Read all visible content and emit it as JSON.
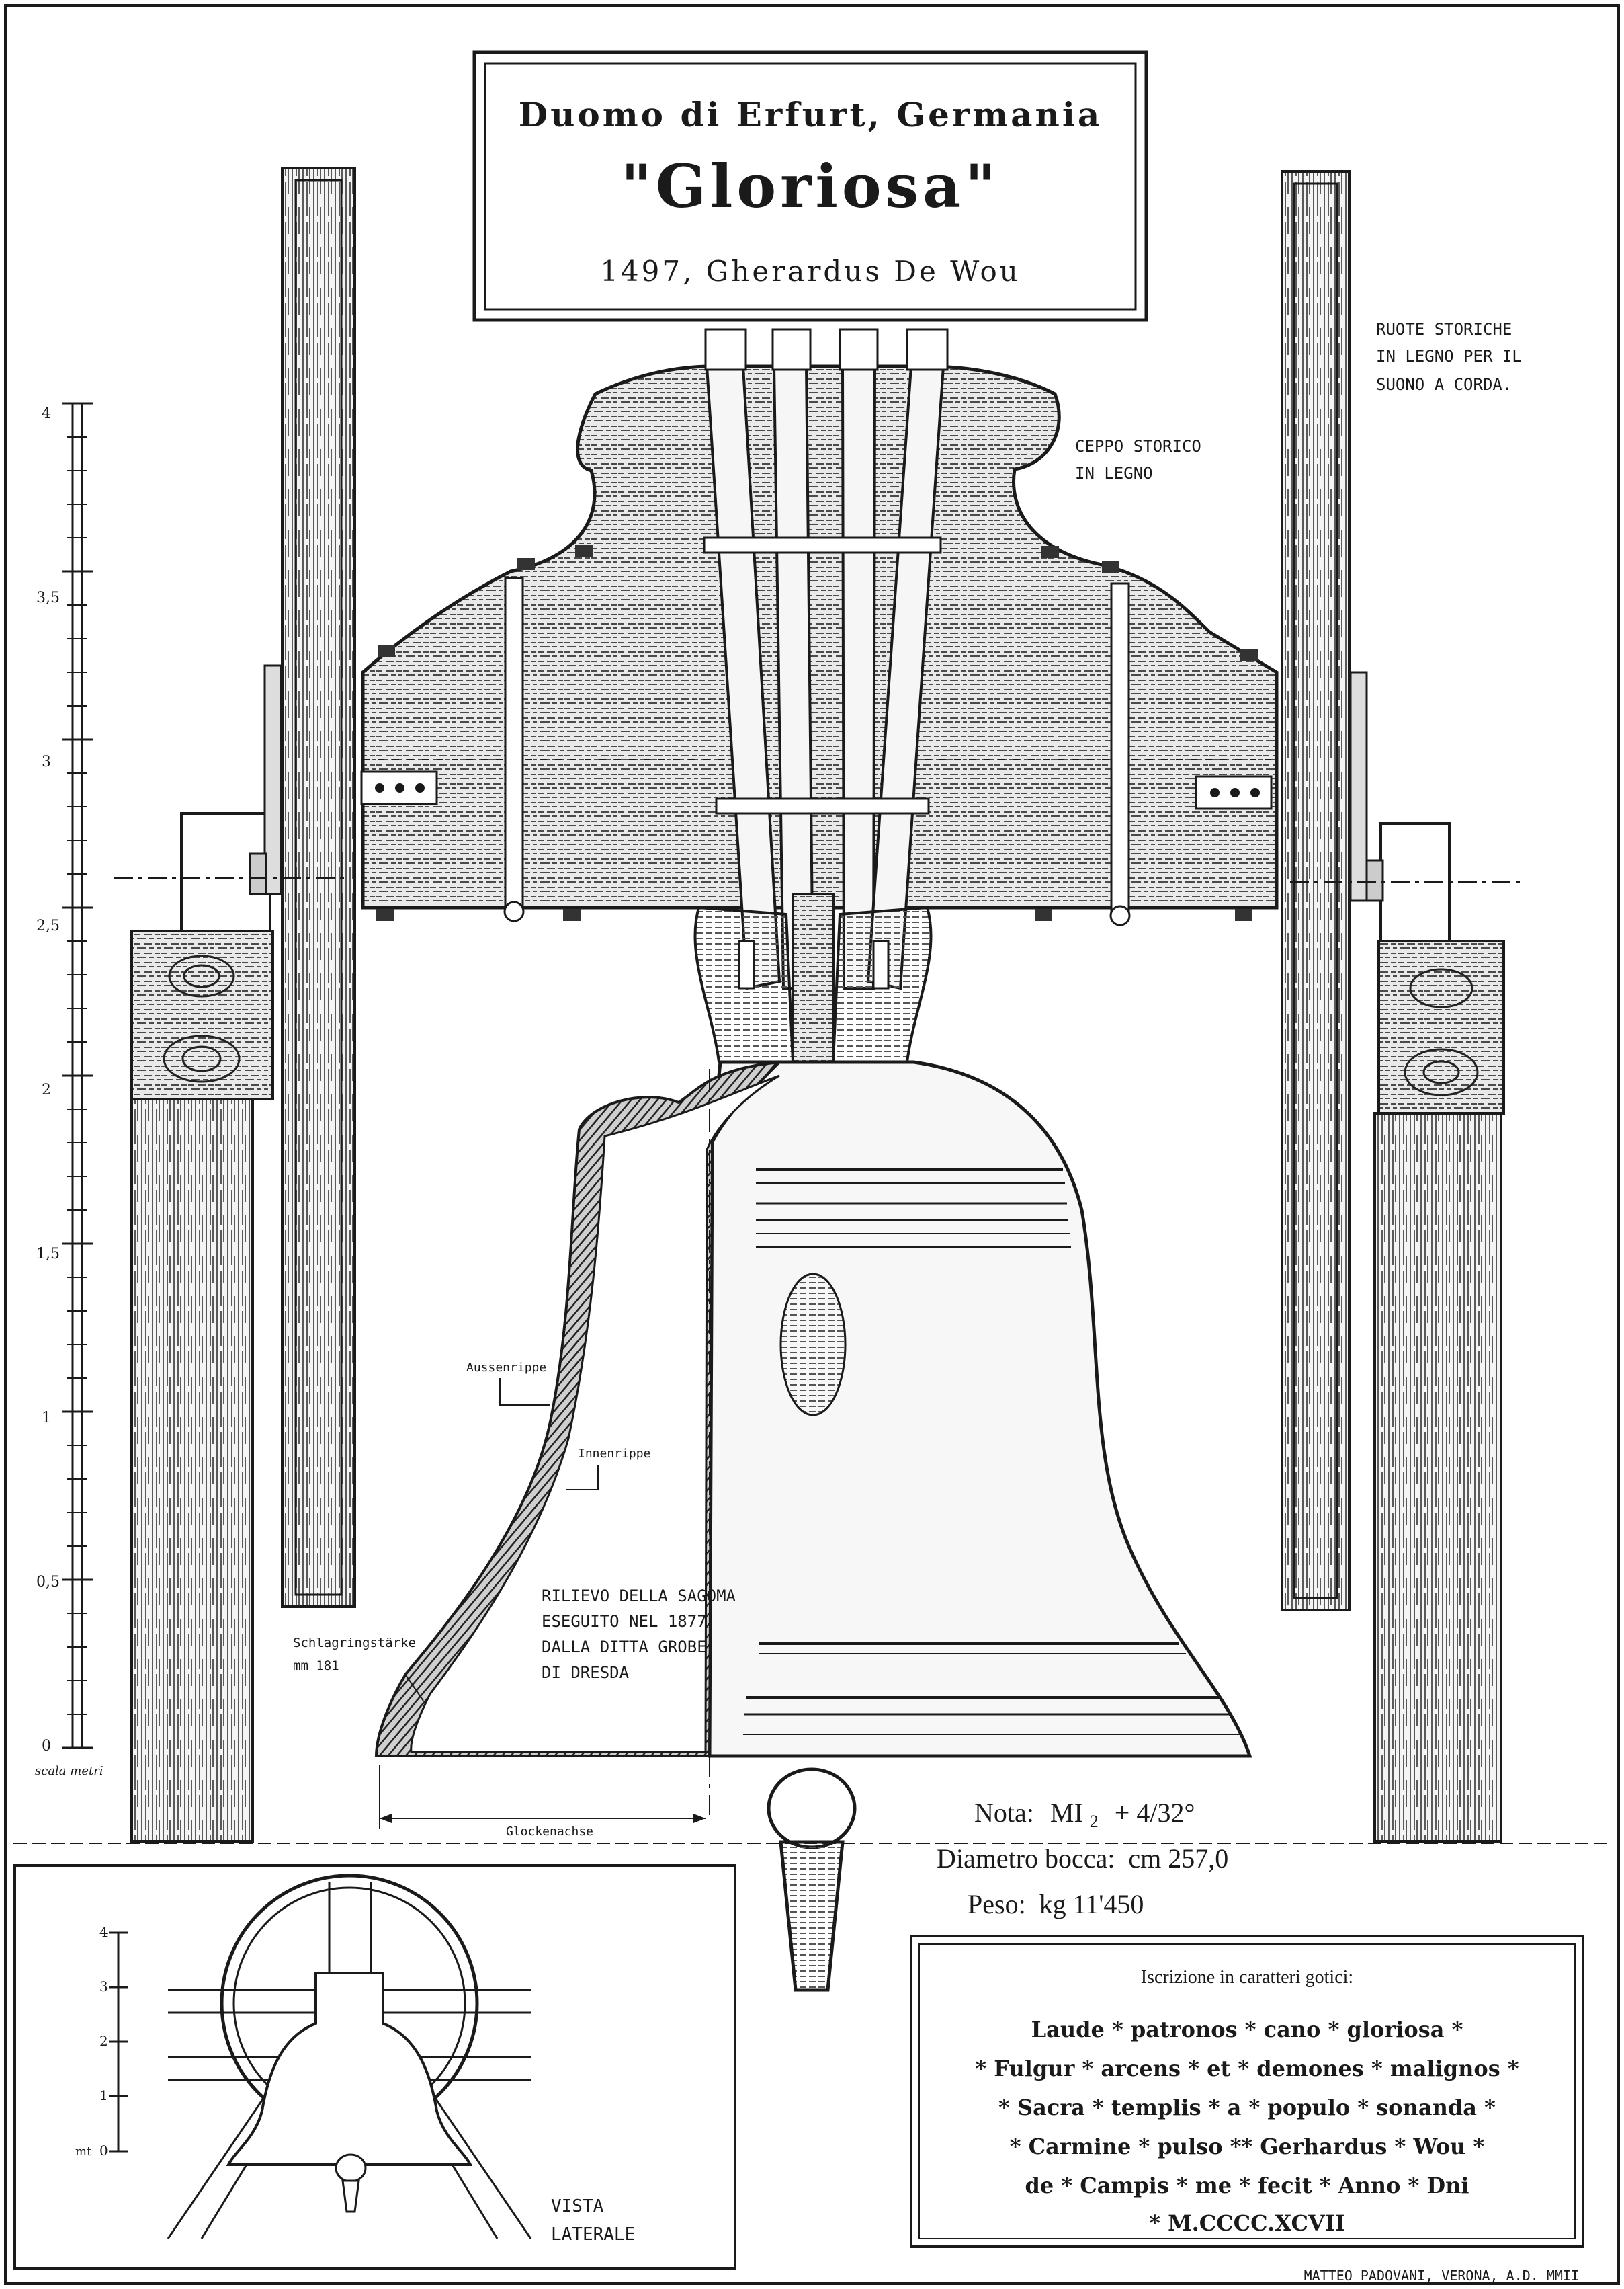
{
  "title_block": {
    "line1": "Duomo di Erfurt, Germania",
    "line2": "\"Gloriosa\"",
    "line3": "1497, Gherardus De Wou"
  },
  "annotations": {
    "wheels_1": "RUOTE STORICHE",
    "wheels_2": "IN LEGNO PER IL",
    "wheels_3": "SUONO A CORDA.",
    "yoke_1": "CEPPO STORICO",
    "yoke_2": "IN LEGNO",
    "outer_rib": "Aussenrippe",
    "inner_rib": "Innenrippe",
    "survey_1": "RILIEVO DELLA SAGOMA",
    "survey_2": "ESEGUITO NEL 1877",
    "survey_3": "DALLA DITTA GROBE",
    "survey_4": "DI DRESDA",
    "rim_1": "Schlagringstärke",
    "rim_2": "mm 181",
    "axis": "Glockenachse"
  },
  "scale": {
    "labels": [
      "0",
      "0,5",
      "1",
      "1,5",
      "2",
      "2,5",
      "3",
      "3,5",
      "4"
    ],
    "caption": "scala metri"
  },
  "bell_info": {
    "nota_label": "Nota:",
    "nota_value": "MI",
    "nota_sub": "2",
    "nota_rest": "+ 4/32°",
    "diameter": "Diametro bocca:  cm 257,0",
    "weight": "Peso:  kg 11'450"
  },
  "side_view": {
    "labels": [
      "0",
      "1",
      "2",
      "3",
      "4"
    ],
    "unit": "mt",
    "caption_1": "VISTA",
    "caption_2": "LATERALE"
  },
  "inscription": {
    "heading": "Iscrizione in caratteri gotici:",
    "lines": [
      "Laude * patronos * cano * gloriosa *",
      "* Fulgur * arcens * et * demones * malignos *",
      "* Sacra * templis * a * populo * sonanda *",
      "* Carmine * pulso ** Gerhardus * Wou *",
      "de * Campis * me * fecit * Anno * Dni",
      "* M.CCCC.XCVII"
    ]
  },
  "credit": "MATTEO PADOVANI, VERONA, A.D. MMII",
  "colors": {
    "ink": "#1a1a1a",
    "paper": "#ffffff"
  }
}
